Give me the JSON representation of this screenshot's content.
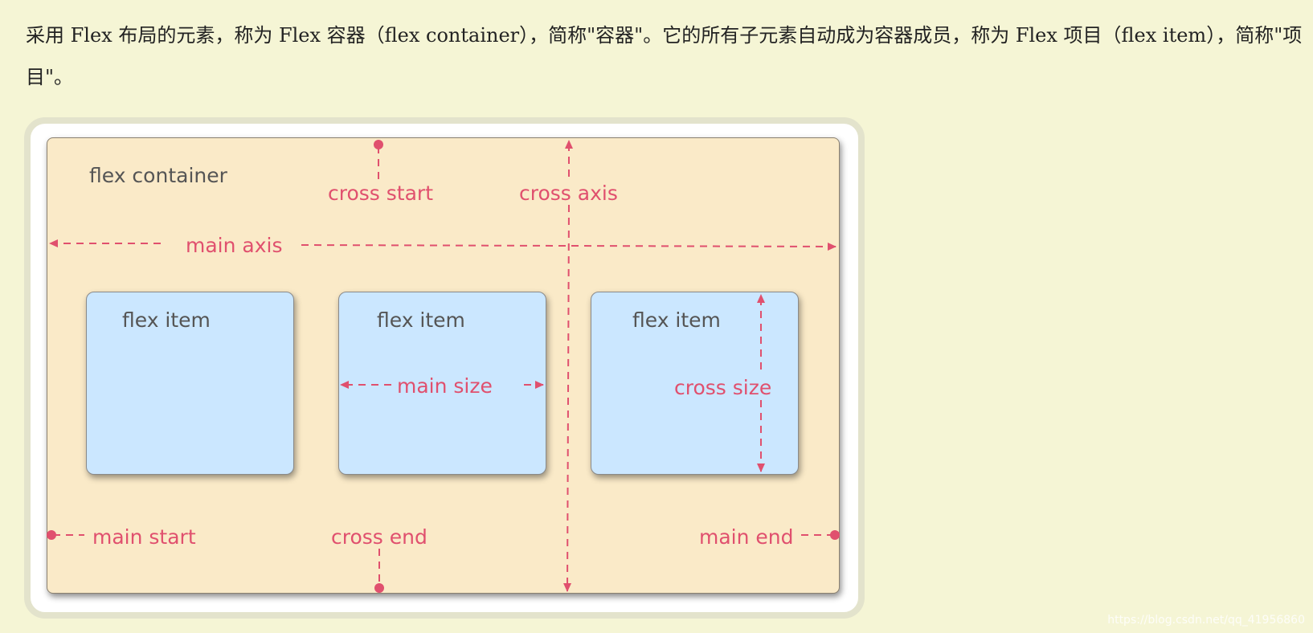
{
  "paragraph": "采用 Flex 布局的元素，称为 Flex 容器（flex container），简称\"容器\"。它的所有子元素自动成为容器成员，称为 Flex 项目（flex item），简称\"项目\"。",
  "diagram": {
    "container_label": "flex container",
    "item_labels": [
      "flex item",
      "flex item",
      "flex item"
    ],
    "cross_start": "cross start",
    "cross_axis": "cross axis",
    "main_axis": "main axis",
    "main_size": "main size",
    "cross_size": "cross size",
    "main_start": "main start",
    "cross_end": "cross end",
    "main_end": "main end",
    "colors": {
      "container": "#faeac8",
      "item": "#cbe7ff",
      "annotation": "#e0506e",
      "text": "#555555"
    }
  },
  "watermark": "https://blog.csdn.net/qq_41956860"
}
